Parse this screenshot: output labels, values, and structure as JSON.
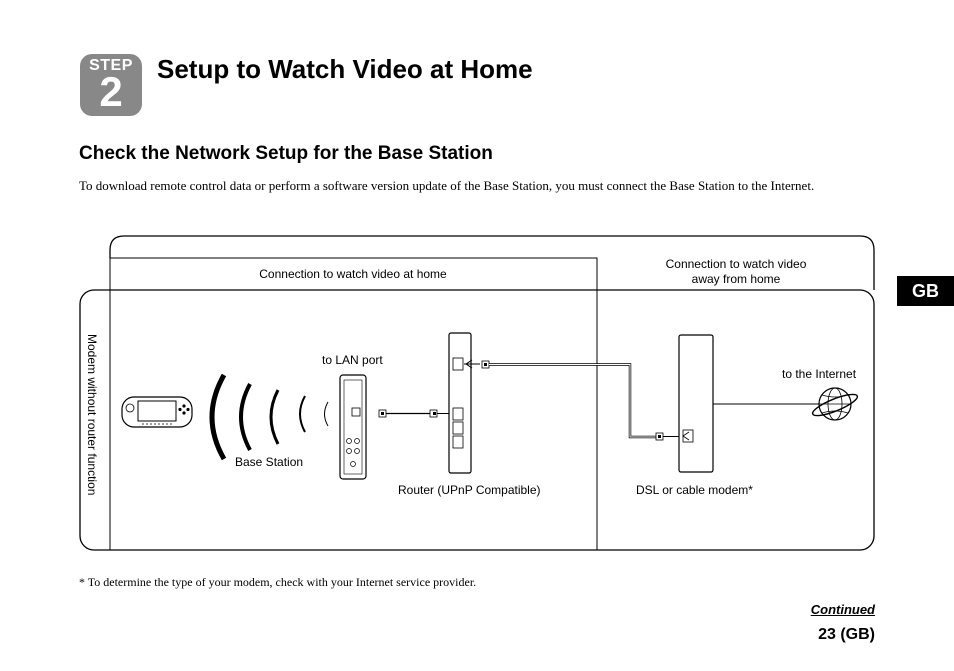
{
  "step": {
    "word": "STEP",
    "number": "2"
  },
  "title": "Setup to Watch Video at Home",
  "section_title": "Check the Network Setup for the Base Station",
  "intro": "To download remote control data or perform a software version update of the Base Station, you must connect the Base Station to the Internet.",
  "tab": "GB",
  "diagram": {
    "home_label": "Connection to watch video at home",
    "away_label_line1": "Connection to watch video",
    "away_label_line2": "away from home",
    "side_label": "Modem without router function",
    "lan_port": "to LAN port",
    "base_station": "Base Station",
    "router": "Router (UPnP Compatible)",
    "modem": "DSL or cable modem*",
    "internet": "to the Internet"
  },
  "footnote": "* To determine the type of your modem, check with your Internet service provider.",
  "continued": "Continued",
  "page_number": "23 (GB)"
}
